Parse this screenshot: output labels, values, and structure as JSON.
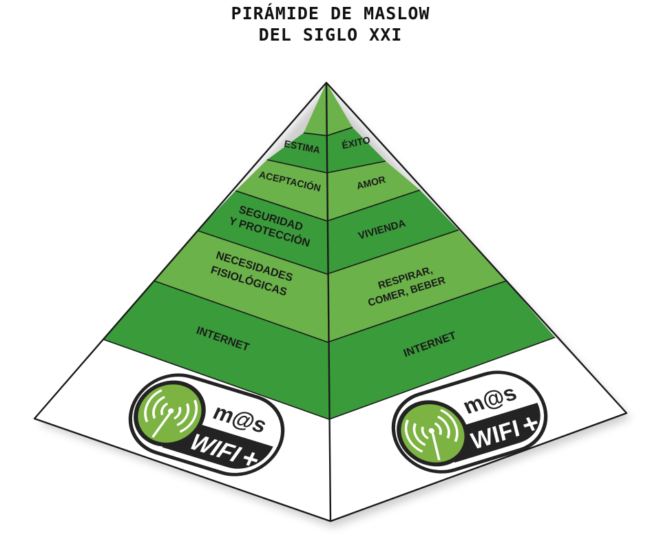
{
  "title": {
    "line1": "PIRÁMIDE DE MASLOW",
    "line2": "DEL SIGLO XXI"
  },
  "left_face": {
    "estima": "ESTIMA",
    "aceptacion": "ACEPTACIÓN",
    "seguridad_line1": "SEGURIDAD",
    "seguridad_line2": "Y PROTECCIÓN",
    "necesidades_line1": "NECESIDADES",
    "necesidades_line2": "FISIOLÓGICAS",
    "internet": "INTERNET"
  },
  "right_face": {
    "exito": "ÉXITO",
    "amor": "AMOR",
    "vivienda": "VIVIENDA",
    "respirar_line1": "RESPIRAR,",
    "respirar_line2": "COMER, BEBER",
    "internet": "INTERNET"
  },
  "logo": {
    "top_text": "m@s",
    "bottom_text": "WIFI",
    "plus": "+"
  },
  "colors": {
    "green_light": "#6ab249",
    "green_dark": "#3a9b3a",
    "outline": "#1a1a1a",
    "logo_green": "#7cb342",
    "logo_dark": "#232323"
  }
}
